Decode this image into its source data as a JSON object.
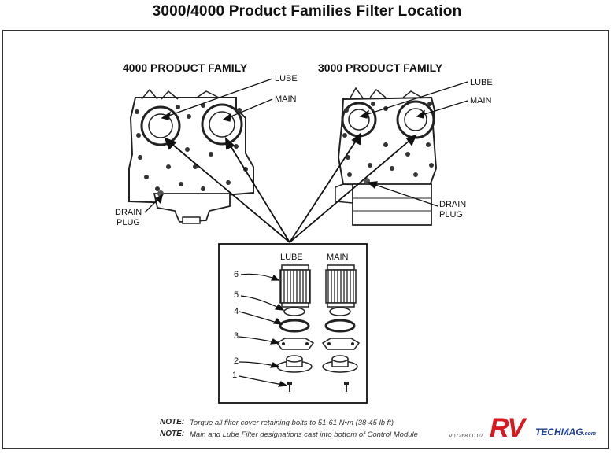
{
  "title": "3000/4000 Product Families Filter Location",
  "families": {
    "left": {
      "heading": "4000 PRODUCT FAMILY",
      "lube": "LUBE",
      "main": "MAIN",
      "drain_1": "DRAIN",
      "drain_2": "PLUG"
    },
    "right": {
      "heading": "3000 PRODUCT FAMILY",
      "lube": "LUBE",
      "main": "MAIN",
      "drain_1": "DRAIN",
      "drain_2": "PLUG"
    }
  },
  "detail": {
    "col_lube": "LUBE",
    "col_main": "MAIN",
    "callouts": [
      "6",
      "5",
      "4",
      "3",
      "2",
      "1"
    ]
  },
  "notes": [
    {
      "label": "NOTE:",
      "text": "Torque all filter cover retaining bolts to 51-61 N•m (38-45 lb ft)"
    },
    {
      "label": "NOTE:",
      "text": "Main and Lube Filter designations cast into bottom of Control Module"
    }
  ],
  "figure_code": "V07268.00.02",
  "logo": {
    "rv": "RV",
    "rest": "TECHMAG",
    "suffix": ".com"
  },
  "colors": {
    "logo_red": "#d71920",
    "logo_blue": "#1c3f94"
  }
}
